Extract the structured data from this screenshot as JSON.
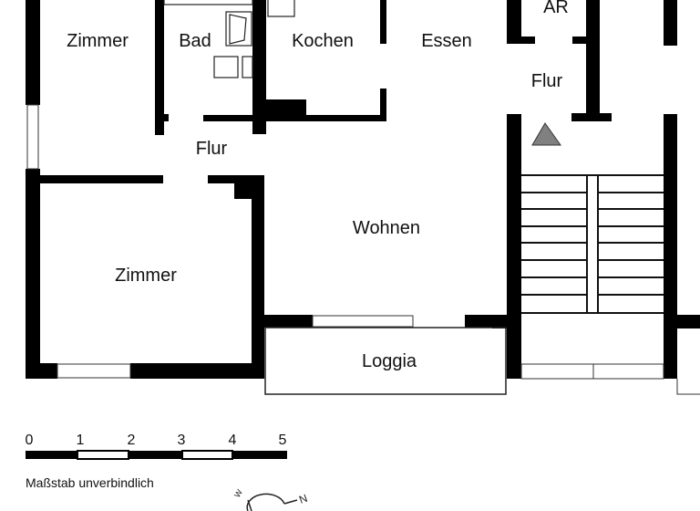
{
  "rooms": {
    "zimmer_top": "Zimmer",
    "bad": "Bad",
    "kochen": "Kochen",
    "essen": "Essen",
    "ar": "AR",
    "flur_right": "Flur",
    "flur_left": "Flur",
    "wohnen": "Wohnen",
    "zimmer_bottom": "Zimmer",
    "loggia": "Loggia"
  },
  "scale_bar": {
    "ticks": [
      "0",
      "1",
      "2",
      "3",
      "4",
      "5"
    ],
    "note": "Maßstab unverbindlich"
  },
  "compass": {
    "north_label": "N",
    "west_label": "W"
  },
  "colors": {
    "wall": "#000000",
    "stair_marker": "#808080"
  }
}
